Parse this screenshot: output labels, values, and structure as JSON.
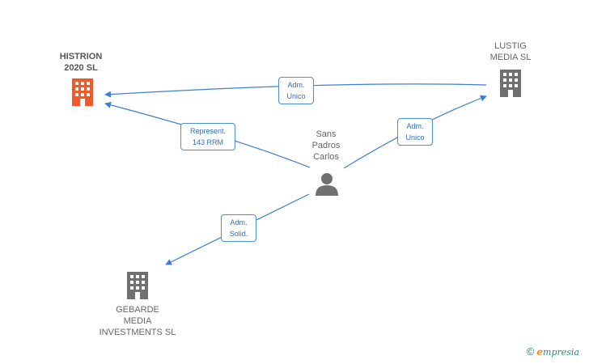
{
  "nodes": {
    "histrion": {
      "label": "HISTRION\n2020  SL",
      "icon": "building-icon",
      "color": "#f05a28"
    },
    "lustig": {
      "label": "LUSTIG\nMEDIA  SL",
      "icon": "building-icon",
      "color": "#707070"
    },
    "gebarde": {
      "label": "GEBARDE\nMEDIA\nINVESTMENTS SL",
      "icon": "building-icon",
      "color": "#707070"
    },
    "person": {
      "label": "Sans\nPadros\nCarlos",
      "icon": "person-icon",
      "color": "#707070"
    }
  },
  "edges": {
    "lustig_histrion": "Adm.\nUnico",
    "person_histrion": "Represent.\n143 RRM",
    "person_lustig": "Adm.\nUnico",
    "person_gebarde": "Adm.\nSolid."
  },
  "colors": {
    "edge": "#3f7fd1"
  },
  "footer": {
    "copyright": "©",
    "brand_initial": "e",
    "brand_rest": "mpresia"
  }
}
